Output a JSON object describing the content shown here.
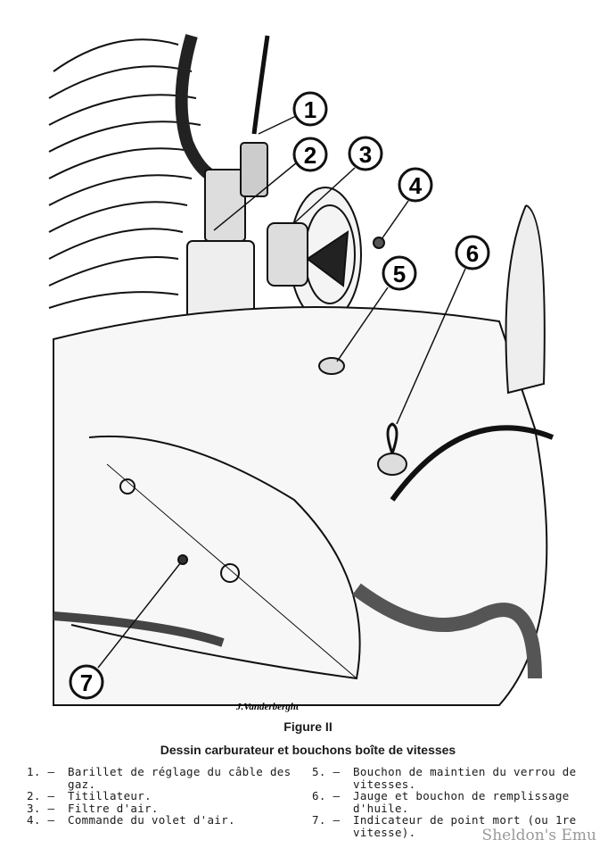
{
  "figure": {
    "title": "Figure II",
    "caption": "Dessin carburateur et bouchons boîte de vitesses",
    "signature": "J.Vanderberght",
    "callouts": [
      "1",
      "2",
      "3",
      "4",
      "5",
      "6",
      "7"
    ]
  },
  "legend": {
    "left": [
      {
        "num": "1. —",
        "text": "Barillet de réglage du câble des gaz."
      },
      {
        "num": "2. —",
        "text": "Titillateur."
      },
      {
        "num": "3. —",
        "text": "Filtre d'air."
      },
      {
        "num": "4. —",
        "text": "Commande du volet d'air."
      }
    ],
    "right": [
      {
        "num": "5. —",
        "text": "Bouchon de maintien du verrou de vitesses."
      },
      {
        "num": "6. —",
        "text": "Jauge et bouchon de remplissage d'huile."
      },
      {
        "num": "7. —",
        "text": "Indicateur de point mort (ou 1re vitesse)."
      }
    ]
  },
  "watermark": "Sheldon's Emu"
}
